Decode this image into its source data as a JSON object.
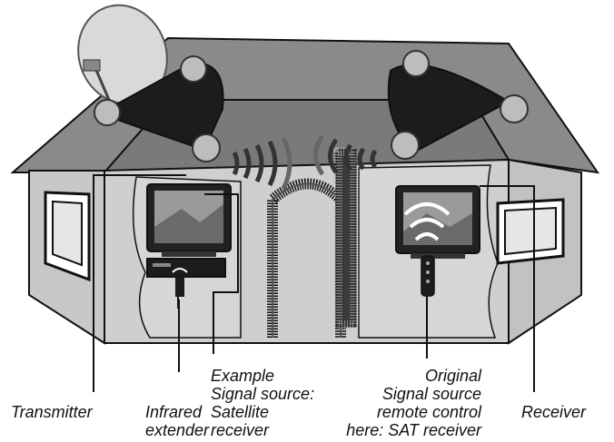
{
  "labels": {
    "transmitter": "Transmitter",
    "infrared_extender": [
      "Infrared",
      "extender"
    ],
    "example_source": [
      "Example",
      "Signal source:",
      "Satellite",
      "receiver"
    ],
    "original_source": [
      "Original",
      "Signal source",
      "remote control",
      "here: SAT receiver"
    ],
    "receiver": "Receiver"
  },
  "colors": {
    "roof": "#8a8a8a",
    "wall": "#c8c8c8",
    "device": "#1c1c1c",
    "outline": "#111111"
  },
  "icons": [
    "satellite-dish-icon",
    "transmitter-device-icon",
    "receiver-device-icon",
    "tv-icon",
    "sat-receiver-box-icon",
    "remote-control-icon",
    "infrared-extender-icon",
    "signal-wave-icon"
  ]
}
